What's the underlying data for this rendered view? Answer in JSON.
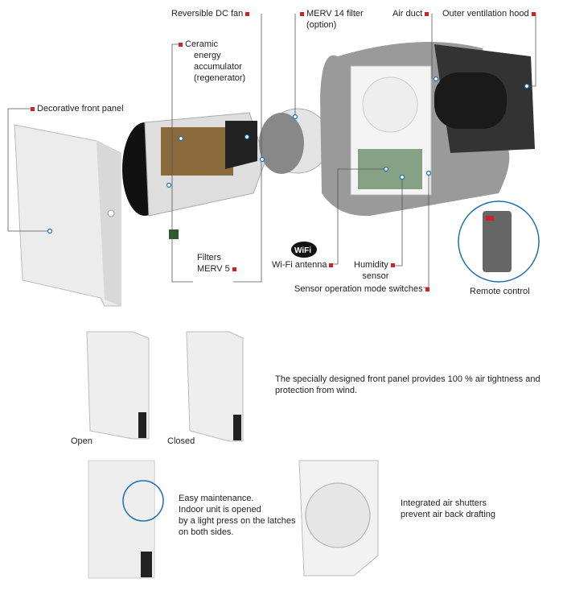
{
  "labels": {
    "fan": "Reversible DC fan",
    "filter14": "MERV 14 filter",
    "filter14_sub": "(option)",
    "air_duct": "Air duct",
    "hood": "Outer ventilation hood",
    "ceramic": [
      "Ceramic",
      "energy",
      "accumulator",
      "(regenerator)"
    ],
    "front_panel": "Decorative front panel",
    "filters": [
      "Filters",
      "MERV 5"
    ],
    "wifi": "Wi-Fi antenna",
    "wifi_logo": "WiFi",
    "humidity": [
      "Humidity",
      "sensor"
    ],
    "switches": "Sensor operation mode switches",
    "remote": "Remote control"
  },
  "states": {
    "open": "Open",
    "closed": "Closed"
  },
  "descriptions": {
    "panel": "The specially designed front panel provides 100 % air tightness and protection from wind.",
    "maintenance": [
      "Easy maintenance.",
      "Indoor unit is opened",
      "by a light press on the latches",
      "on both sides."
    ],
    "shutters": [
      "Integrated air shutters",
      "prevent air back drafting"
    ]
  },
  "colors": {
    "marker": "#d0202a",
    "pointer": "#1a6fb5"
  }
}
